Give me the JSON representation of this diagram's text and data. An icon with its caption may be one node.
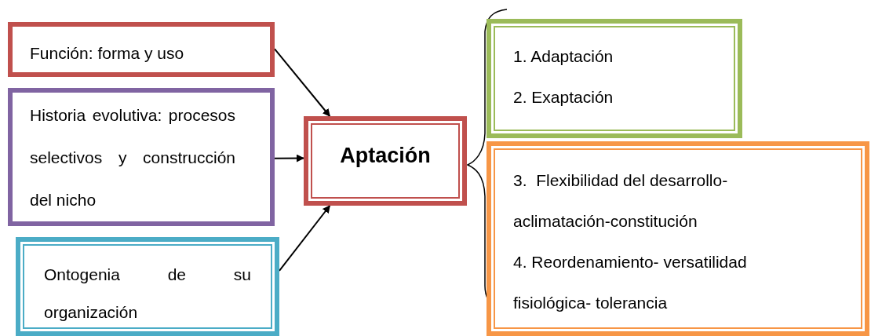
{
  "diagram": {
    "nodes": [
      {
        "text": [
          "Función: forma y uso"
        ]
      },
      {
        "text": [
          "Historia evolutiva: procesos selectivos y construcción del nicho"
        ]
      },
      {
        "text": [
          "Ontogenia de su organización"
        ]
      },
      {
        "text": [
          "Aptación"
        ]
      },
      {
        "text": [
          "1. Adaptación",
          "2. Exaptación"
        ]
      },
      {
        "text": [
          "3.  Flexibilidad del desarrollo- aclimatación-constitución",
          "4. Reordenamiento- versatilidad fisiológica- tolerancia"
        ]
      }
    ],
    "edges": [
      {
        "from": 0,
        "to": 3,
        "arrow": "to"
      },
      {
        "from": 1,
        "to": 3,
        "arrow": "to"
      },
      {
        "from": 2,
        "to": 3,
        "arrow": "to"
      }
    ]
  }
}
